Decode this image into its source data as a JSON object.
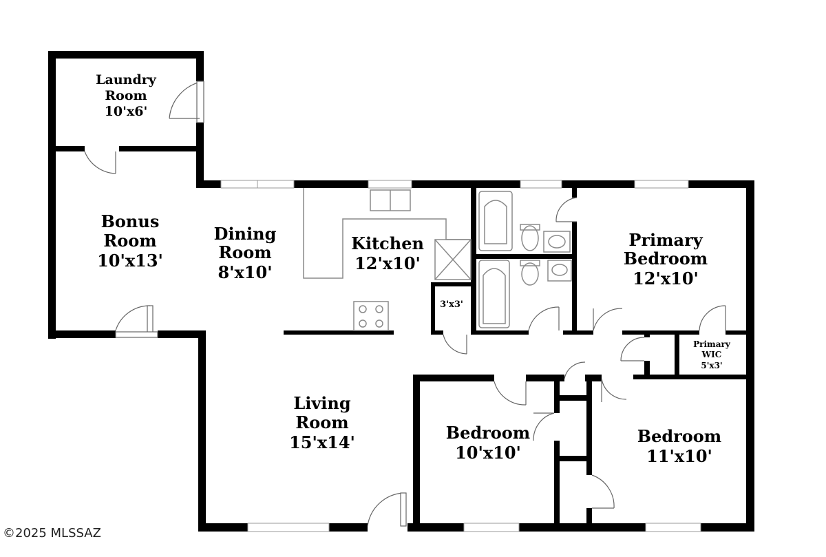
{
  "rooms": {
    "laundry": {
      "name_line1": "Laundry",
      "name_line2": "Room",
      "size": "10'x6'"
    },
    "bonus": {
      "name_line1": "Bonus",
      "name_line2": "Room",
      "size": "10'x13'"
    },
    "dining": {
      "name_line1": "Dining",
      "name_line2": "Room",
      "size": "8'x10'"
    },
    "kitchen": {
      "name": "Kitchen",
      "size": "12'x10'"
    },
    "pantry": {
      "size": "3'x3'"
    },
    "primary_bedroom": {
      "name_line1": "Primary",
      "name_line2": "Bedroom",
      "size": "12'x10'"
    },
    "primary_wic": {
      "name_line1": "Primary",
      "name_line2": "WIC",
      "size": "5'x3'"
    },
    "living": {
      "name_line1": "Living",
      "name_line2": "Room",
      "size": "15'x14'"
    },
    "bedroom_1": {
      "name": "Bedroom",
      "size": "10'x10'"
    },
    "bedroom_2": {
      "name": "Bedroom",
      "size": "11'x10'"
    }
  },
  "watermark": "©2025 MLSSAZ"
}
